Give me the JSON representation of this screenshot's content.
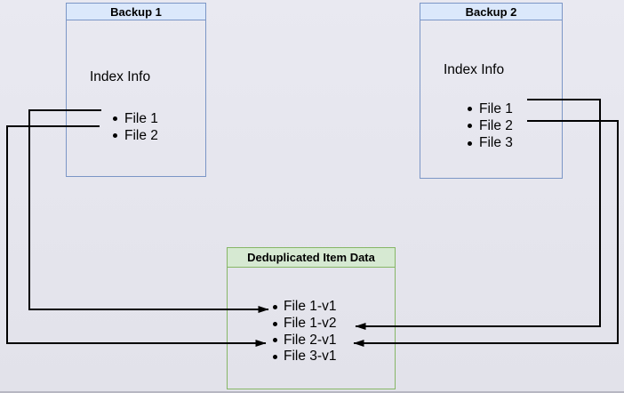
{
  "colors": {
    "box_blue_fill": "#dbe8fb",
    "box_blue_border": "#7b96c6",
    "box_green_fill": "#d6e9d2",
    "box_green_border": "#86b666",
    "arrow": "#000000",
    "canvas_top": "#e9e9f1",
    "canvas_bottom": "#e2e2ea"
  },
  "backup1": {
    "title": "Backup 1",
    "section": "Index Info",
    "files": [
      "File 1",
      "File 2"
    ]
  },
  "backup2": {
    "title": "Backup 2",
    "section": "Index Info",
    "files": [
      "File 1",
      "File 2",
      "File 3"
    ]
  },
  "dedup": {
    "title": "Deduplicated Item Data",
    "items": [
      "File 1-v1",
      "File 1-v2",
      "File 2-v1",
      "File 3-v1"
    ]
  },
  "connections": [
    {
      "from": "Backup 1 / File 1",
      "to": "File 1-v1"
    },
    {
      "from": "Backup 1 / File 2",
      "to": "File 2-v1"
    },
    {
      "from": "Backup 2 / File 1",
      "to": "File 1-v2"
    },
    {
      "from": "Backup 2 / File 2",
      "to": "File 2-v1"
    }
  ]
}
